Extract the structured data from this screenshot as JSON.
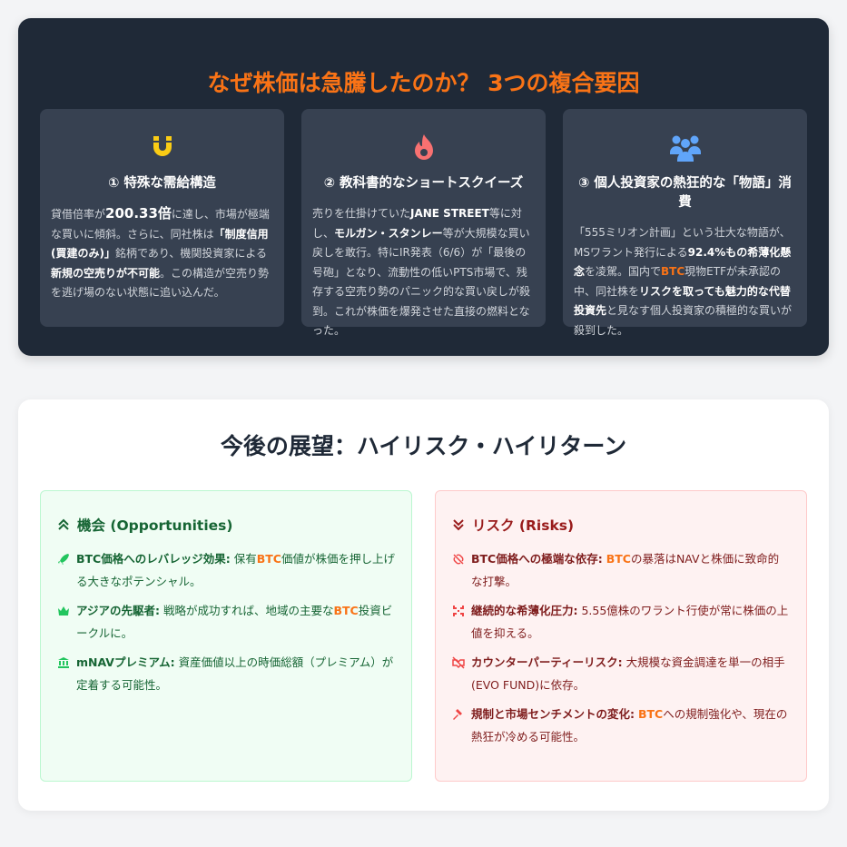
{
  "causes": {
    "title": "なぜ株価は急騰したのか？ 3つの複合要因",
    "cards": [
      {
        "icon": "magnet-icon",
        "icon_color": "#facc15",
        "heading": "① 特殊な需給構造",
        "body": [
          {
            "t": "貸借倍率が"
          },
          {
            "t": "200.33倍",
            "s": "big"
          },
          {
            "t": "に達し、市場が極端な買いに傾斜。さらに、同社株は"
          },
          {
            "t": "「制度信用(買建のみ)」",
            "s": "b"
          },
          {
            "t": "銘柄であり、機関投資家による"
          },
          {
            "t": "新規の空売りが不可能",
            "s": "b"
          },
          {
            "t": "。この構造が空売り勢を逃げ場のない状態に追い込んだ。"
          }
        ]
      },
      {
        "icon": "fire-icon",
        "icon_color": "#f87171",
        "heading": "② 教科書的なショートスクイーズ",
        "body": [
          {
            "t": "売りを仕掛けていた"
          },
          {
            "t": "JANE STREET",
            "s": "b"
          },
          {
            "t": "等に対し、"
          },
          {
            "t": "モルガン・スタンレー",
            "s": "b"
          },
          {
            "t": "等が大規模な買い戻しを敢行。特にIR発表（6/6）が「最後の号砲」となり、流動性の低いPTS市場で、残存する空売り勢のパニック的な買い戻しが殺到。これが株価を爆発させた直接の燃料となった。"
          }
        ]
      },
      {
        "icon": "users-icon",
        "icon_color": "#60a5fa",
        "heading": "③ 個人投資家の熱狂的な「物語」消費",
        "body": [
          {
            "t": "「555ミリオン計画」という壮大な物語が、MSワラント発行による"
          },
          {
            "t": "92.4%もの希薄化懸念",
            "s": "b"
          },
          {
            "t": "を凌駕。国内で"
          },
          {
            "t": "BTC",
            "s": "o"
          },
          {
            "t": "現物ETFが未承認の中、同社株を"
          },
          {
            "t": "リスクを取っても魅力的な代替投資先",
            "s": "b"
          },
          {
            "t": "と見なす個人投資家の積極的な買いが殺到した。"
          }
        ]
      }
    ]
  },
  "outlook": {
    "title": "今後の展望：ハイリスク・ハイリターン",
    "opportunities": {
      "heading": "機会 (Opportunities)",
      "icon": "chevrons-up-icon",
      "items": [
        {
          "icon": "rocket-icon",
          "segs": [
            {
              "t": "BTC価格へのレバレッジ効果:",
              "s": "b"
            },
            {
              "t": " 保有"
            },
            {
              "t": "BTC",
              "s": "o"
            },
            {
              "t": "価値が株価を押し上げる大きなポテンシャル。"
            }
          ]
        },
        {
          "icon": "crown-icon",
          "segs": [
            {
              "t": "アジアの先駆者:",
              "s": "b"
            },
            {
              "t": " 戦略が成功すれば、地域の主要な"
            },
            {
              "t": "BTC",
              "s": "o"
            },
            {
              "t": "投資ビークルに。"
            }
          ]
        },
        {
          "icon": "bank-icon",
          "segs": [
            {
              "t": "mNAVプレミアム:",
              "s": "b"
            },
            {
              "t": " 資産価値以上の時価総額（プレミアム）が定着する可能性。"
            }
          ]
        }
      ]
    },
    "risks": {
      "heading": "リスク (Risks)",
      "icon": "chevrons-down-icon",
      "items": [
        {
          "icon": "broken-link-icon",
          "segs": [
            {
              "t": "BTC価格への極端な依存:",
              "s": "b"
            },
            {
              "t": " "
            },
            {
              "t": "BTC",
              "s": "o"
            },
            {
              "t": "の暴落はNAVと株価に致命的な打撃。"
            }
          ]
        },
        {
          "icon": "compress-icon",
          "segs": [
            {
              "t": "継続的な希薄化圧力:",
              "s": "b"
            },
            {
              "t": " 5.55億株のワラント行使が常に株価の上値を抑える。"
            }
          ]
        },
        {
          "icon": "handshake-slash-icon",
          "segs": [
            {
              "t": "カウンターパーティーリスク:",
              "s": "b"
            },
            {
              "t": " 大規模な資金調達を単一の相手(EVO FUND)に依存。"
            }
          ]
        },
        {
          "icon": "gavel-icon",
          "segs": [
            {
              "t": "規制と市場センチメントの変化:",
              "s": "b"
            },
            {
              "t": " "
            },
            {
              "t": "BTC",
              "s": "o"
            },
            {
              "t": "への規制強化や、現在の熱狂が冷める可能性。"
            }
          ]
        }
      ]
    }
  },
  "colors": {
    "accent": "#f97316",
    "dark_bg": "#1f2937",
    "card_bg": "#374151",
    "opp": "#166534",
    "risk": "#991b1b"
  }
}
